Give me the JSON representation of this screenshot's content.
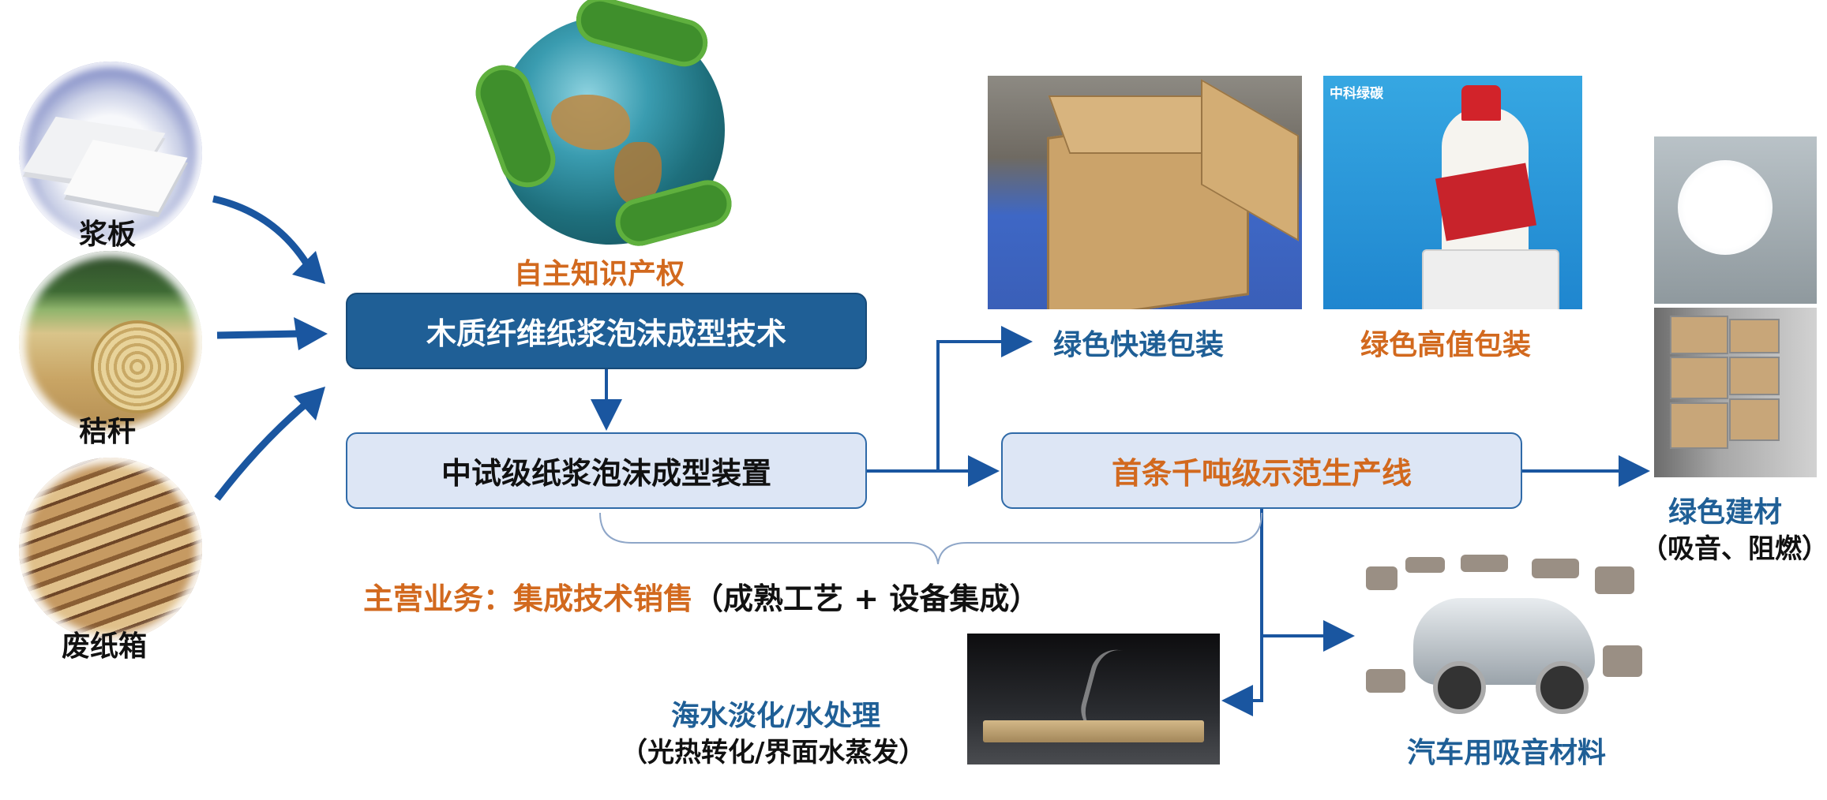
{
  "raw_materials": [
    {
      "label": "浆板"
    },
    {
      "label": "秸秆"
    },
    {
      "label": "废纸箱"
    }
  ],
  "ip_label": "自主知识产权",
  "core_technology": "木质纤维纸浆泡沫成型技术",
  "pilot_device": "中试级纸浆泡沫成型装置",
  "demo_line": "首条千吨级示范生产线",
  "business": {
    "prefix": "主营业务：",
    "main": "集成技术销售",
    "detail": "（成熟工艺 + 设备集成）"
  },
  "applications": {
    "express": "绿色快递包装",
    "premium": "绿色高值包装",
    "building": "绿色建材",
    "building_note": "（吸音、阻燃）",
    "auto": "汽车用吸音材料",
    "water": "海水淡化/水处理",
    "water_note": "（光热转化/界面水蒸发）"
  },
  "photo_brand": "中科绿碳",
  "colors": {
    "dark_blue": "#1f5f96",
    "arrow_blue": "#1a56a0",
    "orange": "#d2691e",
    "light_box": "#dde6f5"
  }
}
